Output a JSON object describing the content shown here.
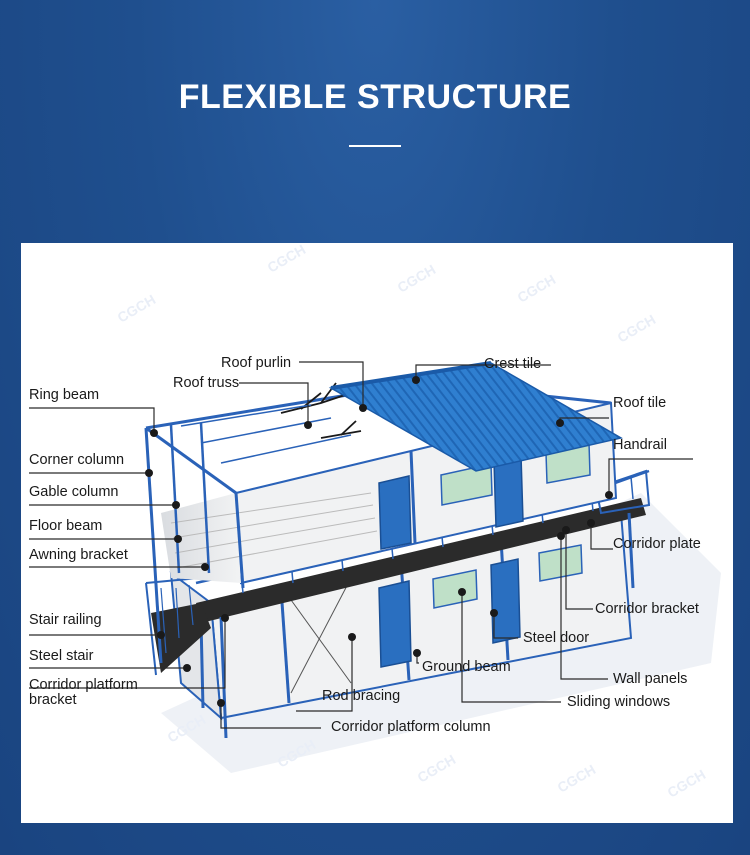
{
  "header": {
    "title": "FLEXIBLE STRUCTURE"
  },
  "labels": {
    "roof_purlin": "Roof purlin",
    "crest_tile": "Crest tile",
    "roof_truss": "Roof truss",
    "ring_beam": "Ring beam",
    "roof_tile": "Roof tile",
    "handrail": "Handrail",
    "corner_column": "Corner column",
    "gable_column": "Gable column",
    "floor_beam": "Floor beam",
    "corridor_plate": "Corridor plate",
    "awning_bracket": "Awning bracket",
    "corridor_bracket": "Corridor bracket",
    "stair_railing": "Stair railing",
    "steel_door": "Steel door",
    "steel_stair": "Steel stair",
    "ground_beam": "Ground beam",
    "wall_panels": "Wall panels",
    "corridor_platform_bracket": "Corridor platform bracket",
    "rod_bracing": "Rod bracing",
    "sliding_windows": "Sliding windows",
    "corridor_platform_column": "Corridor platform column"
  },
  "colors": {
    "background": "#1f4f8e",
    "frame_blue": "#2a62b8",
    "roof_blue": "#2f7fd0",
    "wall": "#eef0f2",
    "leader": "#2b2b2b"
  }
}
